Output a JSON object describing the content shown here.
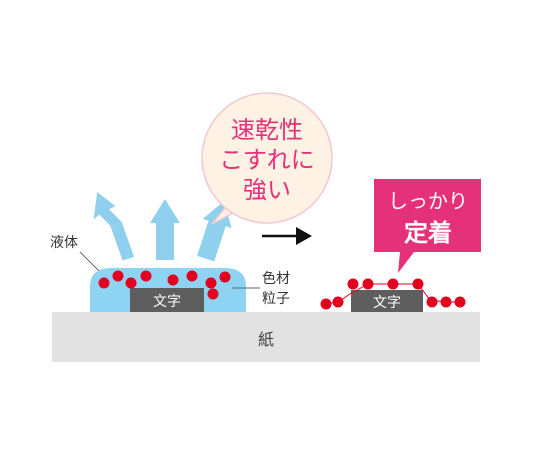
{
  "bubble": {
    "lines": [
      "速乾性",
      "こすれに",
      "強い"
    ],
    "fill": "#fdf2e3",
    "stroke": "#f3c7d0",
    "text_color": "#e5317a"
  },
  "callout": {
    "lines": [
      "しっかり",
      "定着"
    ],
    "fill": "#e5317a",
    "text_color": "#ffffff"
  },
  "labels": {
    "liquid": "液体",
    "colorant_line1": "色材",
    "colorant_line2": "粒子",
    "text_left": "文字",
    "text_right": "文字",
    "paper": "紙"
  },
  "colors": {
    "arrow": "#8fd0ee",
    "liquid": "#8fd3f2",
    "particle": "#e1001f",
    "text_block": "#5e5e5e",
    "paper": "#e2e2e2",
    "process_arrow": "#111111"
  },
  "icons": {
    "evaporation": "up-arrow-icon",
    "process": "right-arrow-icon"
  }
}
